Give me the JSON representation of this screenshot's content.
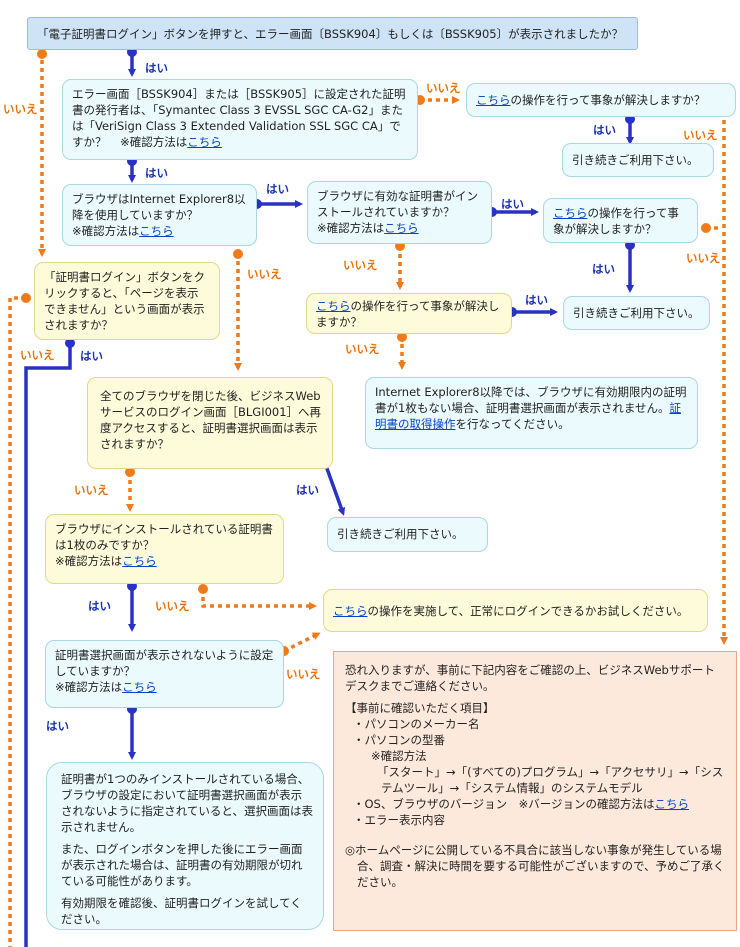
{
  "labels": {
    "yes": "はい",
    "no": "いいえ"
  },
  "colors": {
    "yes": "#2a32c4",
    "no": "#f07a1a",
    "question": "#eafafd",
    "yellow": "#fdfbd9",
    "top": "#cfe3f6",
    "contact": "#fde9dc"
  },
  "link": "こちら",
  "top_question": "「電子証明書ログイン」ボタンを押すと、エラー画面〔BSSK904〕もしくは〔BSSK905〕が表示されましたか？",
  "q_issuer": {
    "text": "エラー画面［BSSK904］または［BSSK905］に設定された証明書の発行者は、「Symantec Class 3 EVSSL SGC CA-G2」または「VeriSign Class 3 Extended Validation SSL SGC CA」ですか？",
    "check_prefix": "※確認方法は"
  },
  "q_resolve1": {
    "suffix": "の操作を行って事象が解決しますか？"
  },
  "cont1": "引き続きご利用下さい。",
  "q_ie8": {
    "text": "ブラウザはInternet Explorer8以降を使用していますか？",
    "check_prefix": "※確認方法は"
  },
  "q_valid_cert": {
    "text": "ブラウザに有効な証明書がインストールされていますか？",
    "check_prefix": "※確認方法は"
  },
  "q_resolve2": {
    "suffix": "の操作を行って事象が解決しますか？"
  },
  "q_page_error": "「証明書ログイン」ボタンをクリックすると、「ページを表示できません」という画面が表示されますか？",
  "q_resolve3": {
    "suffix": "の操作を行って事象が解決しますか？"
  },
  "cont2": "引き続きご利用下さい。",
  "cont3": "引き続きご利用下さい。",
  "info_ie8": {
    "text": "Internet Explorer8以降では、ブラウザに有効期限内の証明書が1枚もない場合、証明書選択画面が表示されません。",
    "link": "証明書の取得操作",
    "suffix": "を行なってください。"
  },
  "q_close_all": "全てのブラウザを閉じた後、ビジネスWebサービスのログイン画面［BLGI001］へ再度アクセスすると、証明書選択画面は表示されますか？",
  "q_one_cert": {
    "text": "ブラウザにインストールされている証明書は1枚のみですか？",
    "check_prefix": "※確認方法は"
  },
  "try_login": {
    "suffix": "の操作を実施して、正常にログインできるかお試しください。"
  },
  "q_no_select": {
    "text": "証明書選択画面が表示されないように設定していますか？",
    "check_prefix": "※確認方法は"
  },
  "info_final": {
    "p1": "証明書が1つのみインストールされている場合、ブラウザの設定において証明書選択画面が表示されないように指定されていると、選択画面は表示されません。",
    "p2": "また、ログインボタンを押した後にエラー画面が表示された場合は、証明書の有効期限が切れている可能性があります。",
    "p3": "有効期限を確認後、証明書ログインを試してください。"
  },
  "contact": {
    "intro": "恐れ入りますが、事前に下記内容をご確認の上、ビジネスWebサポートデスクまでご連絡ください。",
    "heading": "【事前に確認いただく項目】",
    "item1": "・パソコンのメーカー名",
    "item2": "・パソコンの型番",
    "method": "※確認方法",
    "path": "「スタート」→「(すべての)プログラム」→「アクセサリ」→「システムツール」→「システム情報」のシステムモデル",
    "item3_prefix": "・OS、ブラウザのバージョン　※バージョンの確認方法は",
    "item4": "・エラー表示内容",
    "note": "◎ホームページに公開している不具合に該当しない事象が発生している場合、調査・解決に時間を要する可能性がございますので、予めご了承ください。"
  }
}
